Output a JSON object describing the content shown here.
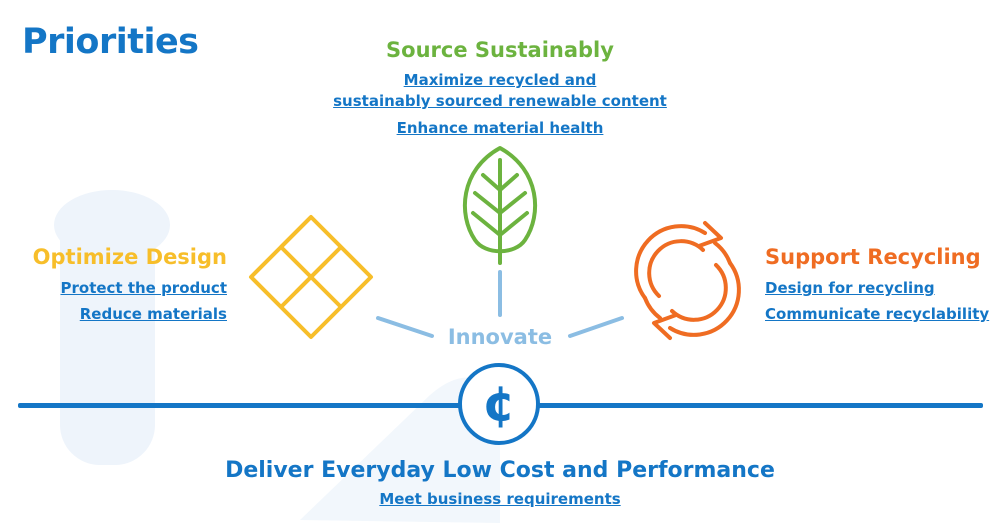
{
  "title": "Priorities",
  "source": {
    "heading": "Source Sustainably",
    "links": [
      "Maximize recycled and",
      "sustainably sourced renewable content",
      "Enhance material health"
    ],
    "color": "#6cb33f"
  },
  "optimize": {
    "heading": "Optimize Design",
    "links": [
      "Protect the product",
      "Reduce materials"
    ],
    "color": "#f7be2a"
  },
  "recycling": {
    "heading": "Support Recycling",
    "links": [
      "Design for recycling",
      "Communicate recyclability"
    ],
    "color": "#ef6c22"
  },
  "innovate": {
    "label": "Innovate",
    "color": "#8bbde3"
  },
  "cost": {
    "symbol": "¢",
    "heading": "Deliver Everyday Low Cost and Performance",
    "link": "Meet business requirements"
  },
  "colors": {
    "primary_blue": "#1476c6",
    "connector_blue": "#8bbde3",
    "watermark": "#eef4fb"
  },
  "icons": {
    "source": "leaf-icon",
    "optimize": "interlocking-squares-icon",
    "recycling": "recycle-arrows-icon",
    "cost": "cent-coin-icon"
  }
}
